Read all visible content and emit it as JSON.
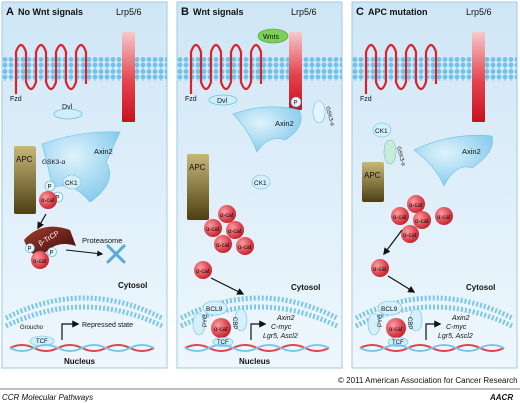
{
  "panels": [
    {
      "letter": "A",
      "title": "No Wnt signals",
      "receptor": "Lrp5/6",
      "labels": {
        "fzd": "Fzd",
        "dvl": "Dvl",
        "apc": "APC",
        "axin": "Axin2",
        "gsk": "GSK3-α",
        "ck1": "CK1",
        "p": "P",
        "acat": "α-cat",
        "btrcp": "β-TrCP",
        "proteasome": "Proteasome",
        "cytosol": "Cytosol",
        "groucho": "Groucho",
        "tcf": "TCF",
        "repressed": "Repressed state",
        "nucleus": "Nucleus"
      }
    },
    {
      "letter": "B",
      "title": "Wnt signals",
      "receptor": "Lrp5/6",
      "labels": {
        "wnts": "Wnts",
        "fzd": "Fzd",
        "dvl": "Dvl",
        "p": "P",
        "gsk": "GSK3-α",
        "axin": "Axin2",
        "apc": "APC",
        "ck1": "CK1",
        "acat": "α-cat",
        "cytosol": "Cytosol",
        "bcl9": "BCL9",
        "pygo": "PYG",
        "cbp": "CBP",
        "tcf": "TCF",
        "targets": [
          "Axin2",
          "C-myc",
          "Lgr5, Ascl2"
        ],
        "nucleus": "Nucleus"
      }
    },
    {
      "letter": "C",
      "title": "APC mutation",
      "receptor": "Lrp5/6",
      "labels": {
        "fzd": "Fzd",
        "ck1": "CK1",
        "gsk": "GSK3-α",
        "axin": "Axin2",
        "apc": "APC",
        "acat": "α-cat",
        "cytosol": "Cytosol",
        "bcl9": "BCL9",
        "pygo": "PYG",
        "cbp": "CBP",
        "tcf": "TCF",
        "targets": [
          "Axin2",
          "C-myc",
          "Lgr5, Ascl2"
        ]
      }
    }
  ],
  "footer": {
    "left": "CCR Molecular Pathways",
    "copyright": "© 2011 American Association for Cancer Research",
    "logo": "AACR"
  },
  "colors": {
    "panel_bg_top": "#d8ecf8",
    "panel_bg_bottom": "#eef7fd",
    "receptor_red": "#d61f2b",
    "axin_blue": "#8fd0ee",
    "apc_olive": "#6b5a1e",
    "catenin_red": "#e0303a",
    "btrcp_brown": "#5a1a1a",
    "nucleus_blue": "#a7d8f0",
    "wnt_green": "#7ccf5a"
  }
}
